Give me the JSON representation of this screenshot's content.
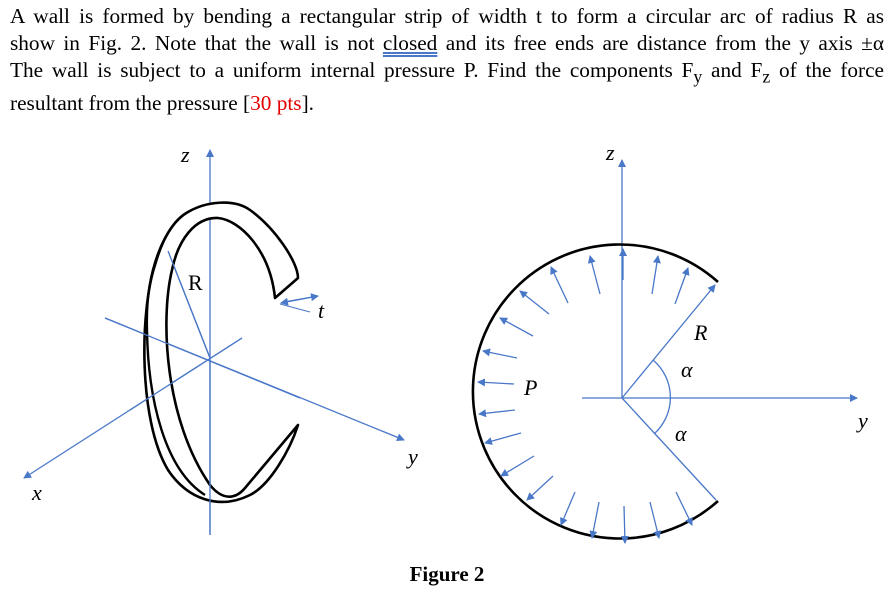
{
  "problem": {
    "line1": "A wall is formed by bending a rectangular strip of width t to form a circular arc of radius R as",
    "line2_a": "show in Fig. 2.  Note that the wall is not ",
    "line2_closed": "closed",
    "line2_b": " and its free ends are distance from the y axis ±α",
    "line3": "The wall is subject to a uniform internal pressure P.  Find the components F",
    "line3_sub_y": "y",
    "line3_and": " and F",
    "line3_sub_z": "z",
    "line3_tail": " of the force",
    "line4": "resultant from the pressure [",
    "line4_pts": "30 pts",
    "line4_end": "]."
  },
  "figure_left": {
    "z_label": "z",
    "x_label": "x",
    "y_label": "y",
    "R_label": "R",
    "t_label": "t"
  },
  "figure_right": {
    "z_label": "z",
    "y_label": "y",
    "R_label": "R",
    "P_label": "P",
    "alpha_top": "α",
    "alpha_bottom": "α"
  },
  "caption": "Figure 2",
  "colors": {
    "axis": "#4a78c8",
    "outline": "#000000",
    "highlight": "#e00000"
  }
}
